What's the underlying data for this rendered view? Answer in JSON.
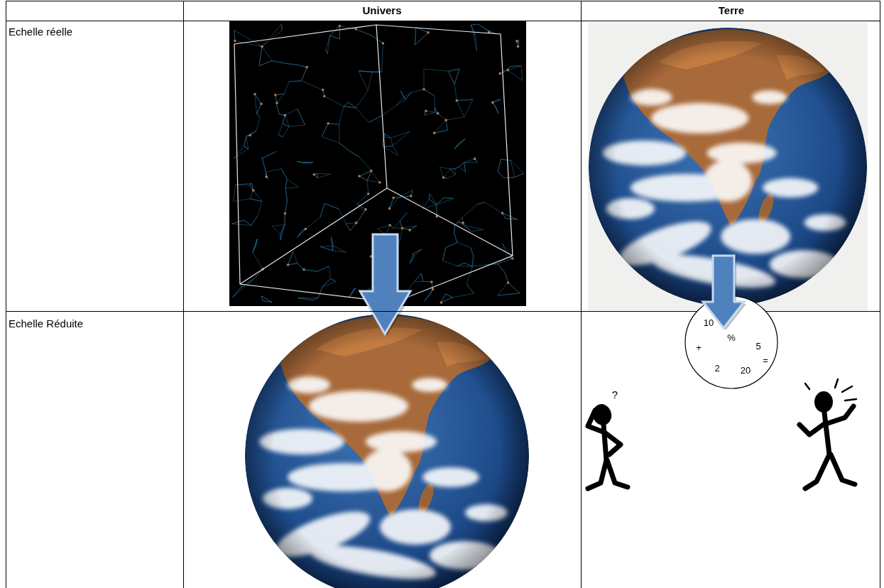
{
  "diagram": {
    "nodes": [
      {
        "text": [
          "10",
          "+",
          "%",
          "5",
          "2",
          "20",
          "="
        ]
      }
    ],
    "labels": [
      "Univers",
      "Terre",
      "Echelle réelle",
      "Echelle Réduite",
      "?"
    ]
  }
}
